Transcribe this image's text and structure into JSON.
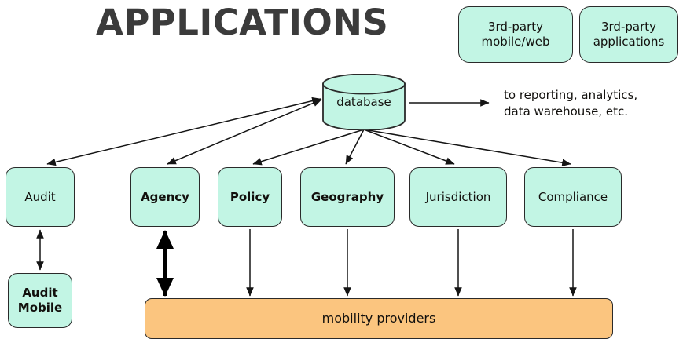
{
  "header": {
    "title": "APPLICATIONS"
  },
  "third_party": [
    {
      "id": "mobile-web",
      "label": "3rd-party\nmobile/web"
    },
    {
      "id": "applications",
      "label": "3rd-party\napplications"
    }
  ],
  "datastore": {
    "label": "database",
    "shape": "cylinder"
  },
  "annotations": {
    "reporting_note": "to reporting, analytics,\ndata warehouse, etc."
  },
  "applications": [
    {
      "id": "audit",
      "label": "Audit",
      "bold": false
    },
    {
      "id": "agency",
      "label": "Agency",
      "bold": true
    },
    {
      "id": "policy",
      "label": "Policy",
      "bold": true
    },
    {
      "id": "geography",
      "label": "Geography",
      "bold": true
    },
    {
      "id": "jurisdiction",
      "label": "Jurisdiction",
      "bold": false
    },
    {
      "id": "compliance",
      "label": "Compliance",
      "bold": false
    }
  ],
  "satellites": [
    {
      "id": "audit-mobile",
      "label": "Audit\nMobile",
      "bold": true
    }
  ],
  "providers": {
    "label": "mobility providers"
  },
  "colors": {
    "node_fill": "#c2f5e4",
    "providers_fill": "#fbc57f",
    "stroke": "#2a2a2a",
    "title": "#3b3b3b",
    "text": "#12100d",
    "background": "#ffffff"
  },
  "connections": [
    {
      "from": "database",
      "to": "audit",
      "style": "double-arrow-thin"
    },
    {
      "from": "database",
      "to": "agency",
      "style": "double-arrow-thin"
    },
    {
      "from": "database",
      "to": "policy",
      "style": "arrow-down-thin"
    },
    {
      "from": "database",
      "to": "geography",
      "style": "arrow-down-thin"
    },
    {
      "from": "database",
      "to": "jurisdiction",
      "style": "arrow-down-thin"
    },
    {
      "from": "database",
      "to": "compliance",
      "style": "arrow-down-thin"
    },
    {
      "from": "database",
      "to": "reporting-note",
      "style": "arrow-right-thin"
    },
    {
      "from": "audit",
      "to": "audit-mobile",
      "style": "double-arrow-thin"
    },
    {
      "from": "agency",
      "to": "mobility-providers",
      "style": "double-arrow-thick"
    },
    {
      "from": "policy",
      "to": "mobility-providers",
      "style": "arrow-down-thin"
    },
    {
      "from": "geography",
      "to": "mobility-providers",
      "style": "arrow-down-thin"
    },
    {
      "from": "jurisdiction",
      "to": "mobility-providers",
      "style": "arrow-down-thin"
    },
    {
      "from": "compliance",
      "to": "mobility-providers",
      "style": "arrow-down-thin"
    }
  ]
}
